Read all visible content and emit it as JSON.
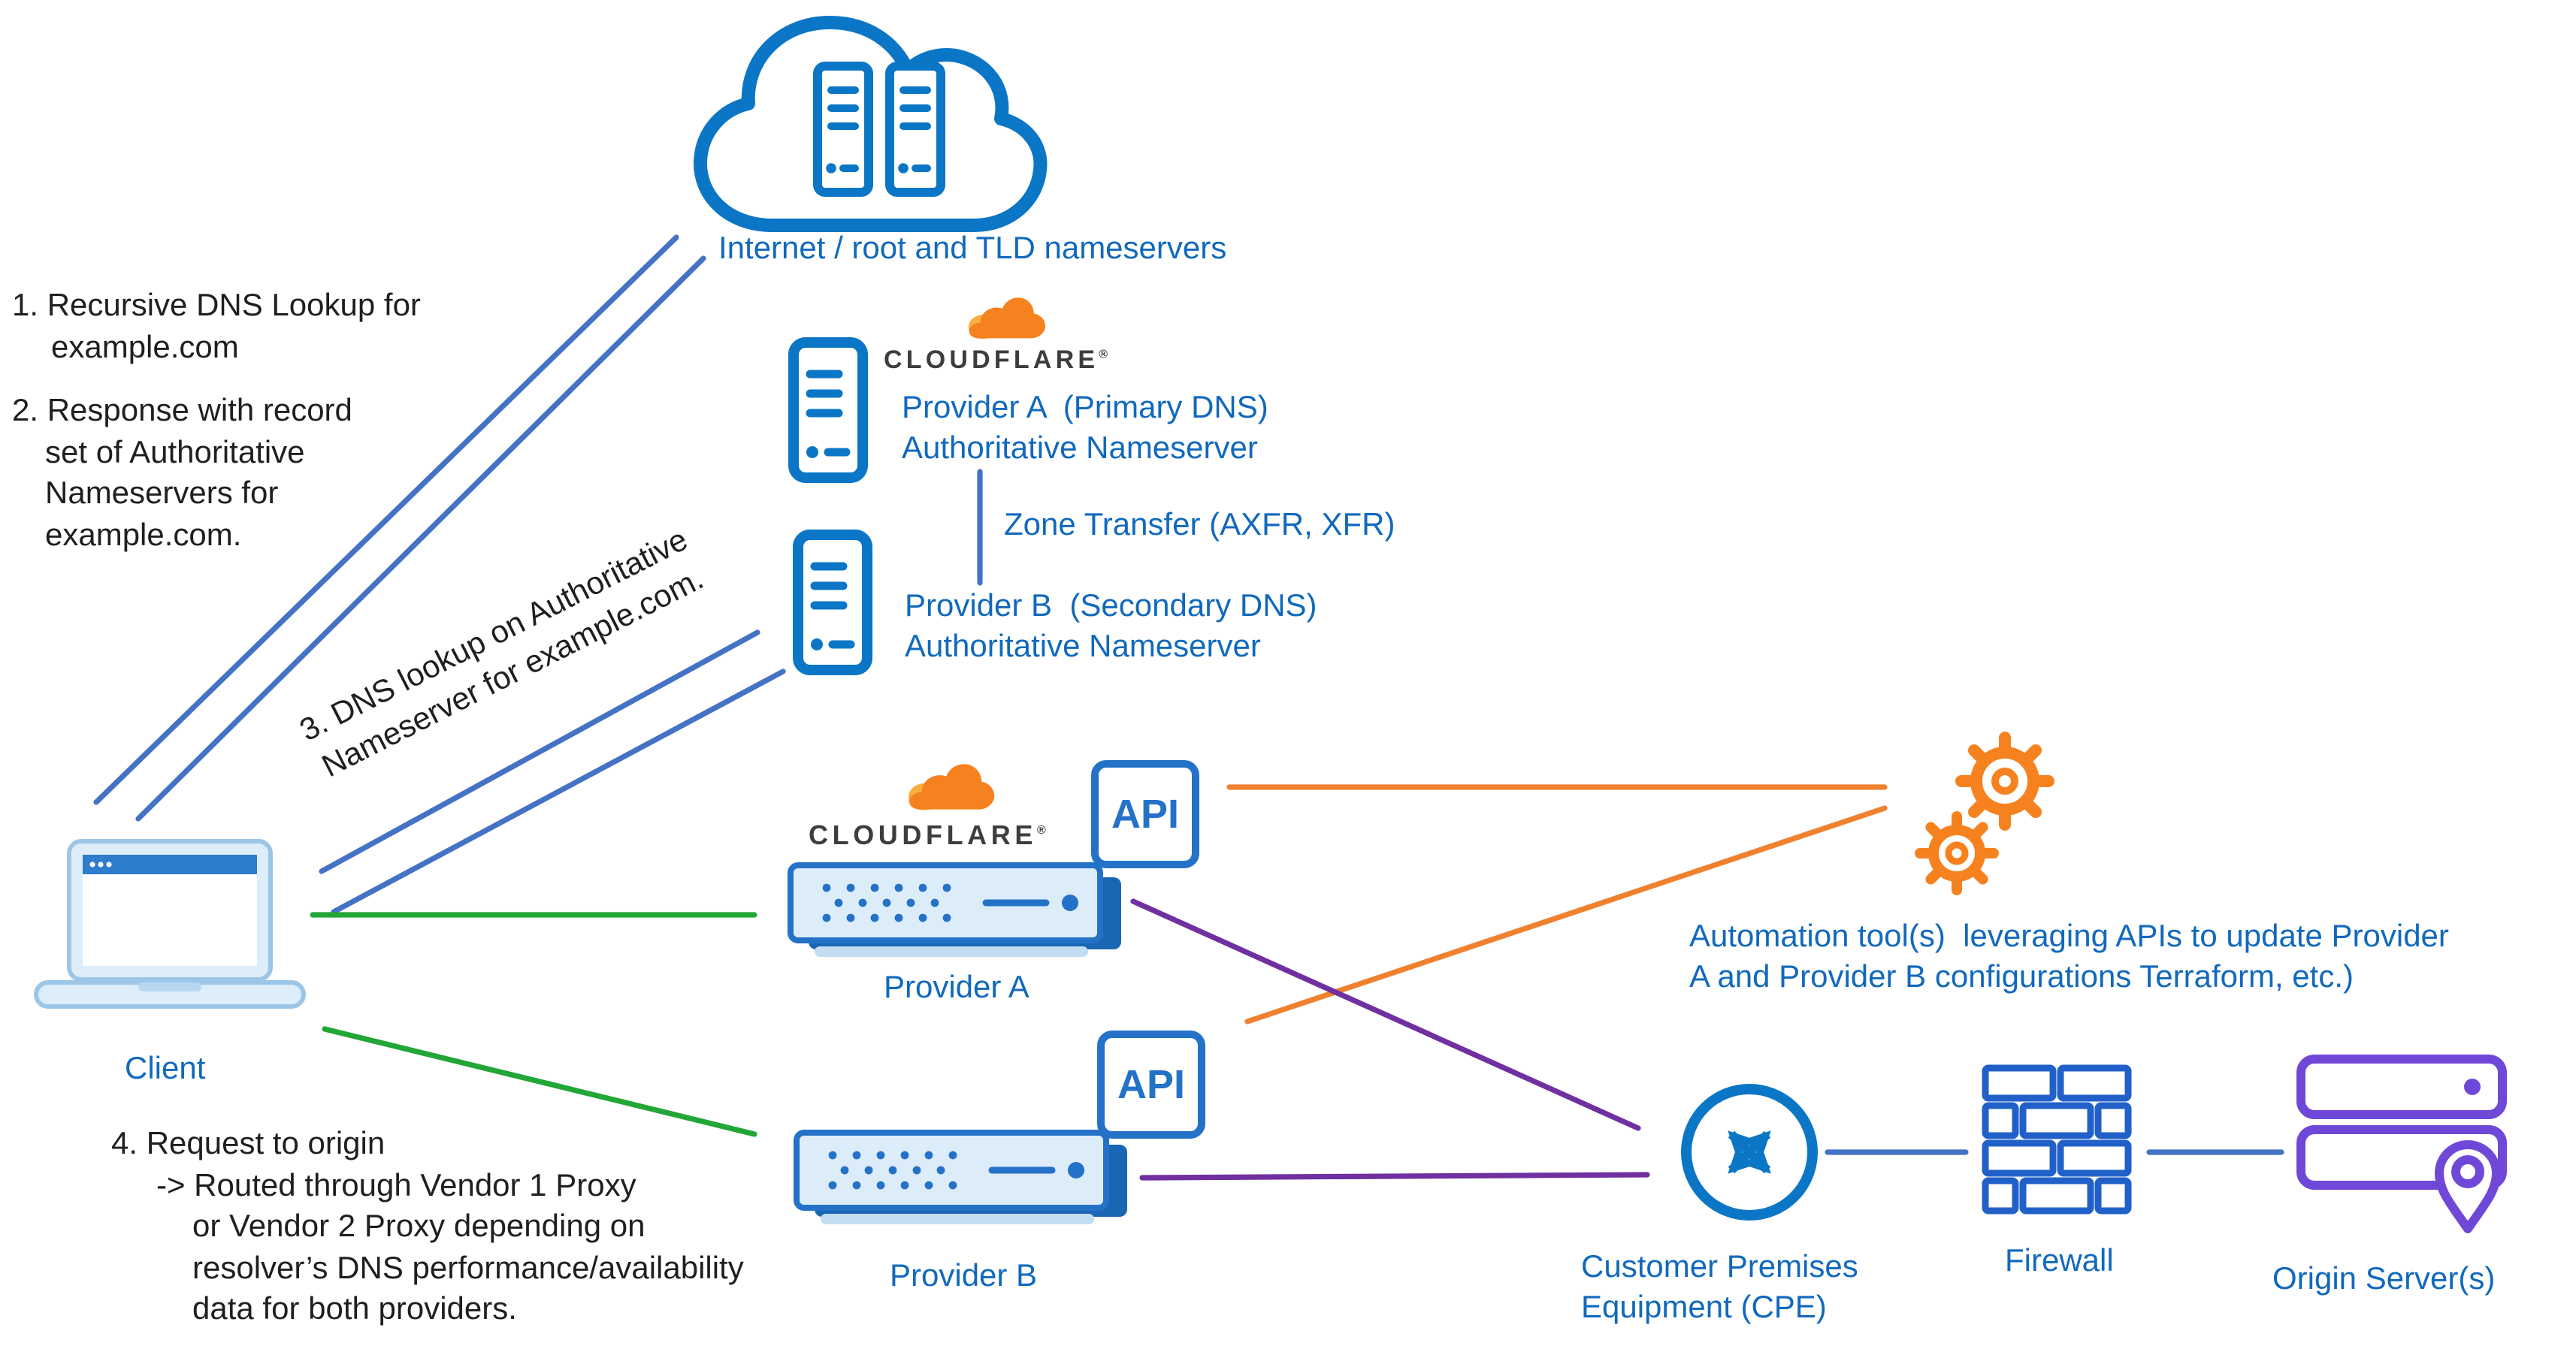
{
  "diagram": {
    "internet": {
      "label": "Internet / root and TLD nameservers"
    },
    "client": {
      "label": "Client"
    },
    "provider_a_ns": {
      "brand": "CLOUDFLARE",
      "brand_mark": "®",
      "name": "Provider A  (Primary DNS)",
      "role": "Authoritative Nameserver"
    },
    "provider_b_ns": {
      "name": "Provider B  (Secondary DNS)",
      "role": "Authoritative Nameserver"
    },
    "zone_transfer": {
      "label": "Zone Transfer (AXFR, XFR)"
    },
    "provider_a_proxy": {
      "brand": "CLOUDFLARE",
      "brand_mark": "®",
      "label": "Provider A",
      "api_label": "API"
    },
    "provider_b_proxy": {
      "label": "Provider B",
      "api_label": "API"
    },
    "automation": {
      "line1": "Automation tool(s)  leveraging APIs to update Provider",
      "line2": "A and Provider B configurations Terraform, etc.)"
    },
    "cpe": {
      "line1": "Customer Premises",
      "line2": "Equipment (CPE)"
    },
    "firewall": {
      "label": "Firewall"
    },
    "origin": {
      "label": "Origin Server(s)"
    }
  },
  "annotations": {
    "step1": {
      "line1": "1. Recursive DNS Lookup for",
      "line2": "example.com"
    },
    "step2": {
      "line1": "2. Response with record",
      "line2": "set of Authoritative",
      "line3": "Nameservers for",
      "line4": "example.com."
    },
    "step3": {
      "line1": "3. DNS lookup on Authoritative",
      "line2": "Nameserver for example.com."
    },
    "step4": {
      "line1": "4. Request to origin",
      "line2": "-> Routed through Vendor 1 Proxy",
      "line3": "or Vendor 2 Proxy depending on",
      "line4": "resolver’s DNS performance/availability",
      "line5": "data for both providers."
    }
  },
  "colors": {
    "label-blue": "#1169bd",
    "arrow-blue": "#4472c4",
    "arrow-green": "#22a637",
    "arrow-orange": "#f0812f",
    "arrow-purple": "#7030a0",
    "icon-blue": "#0b76c6",
    "icon-purple": "#6f48d8",
    "brick-blue": "#2160c8",
    "api-blue": "#2472c8",
    "cf-orange": "#f6821f",
    "cf-orange-light": "#fbad41",
    "text-dark": "#1f1f1f",
    "rack-fill": "#dcecf9",
    "rack-shadow": "#1b66b4",
    "laptop-fill": "#ddedf9",
    "laptop-edge": "#9cc6e8",
    "screen-bar": "#2e7ccc"
  }
}
